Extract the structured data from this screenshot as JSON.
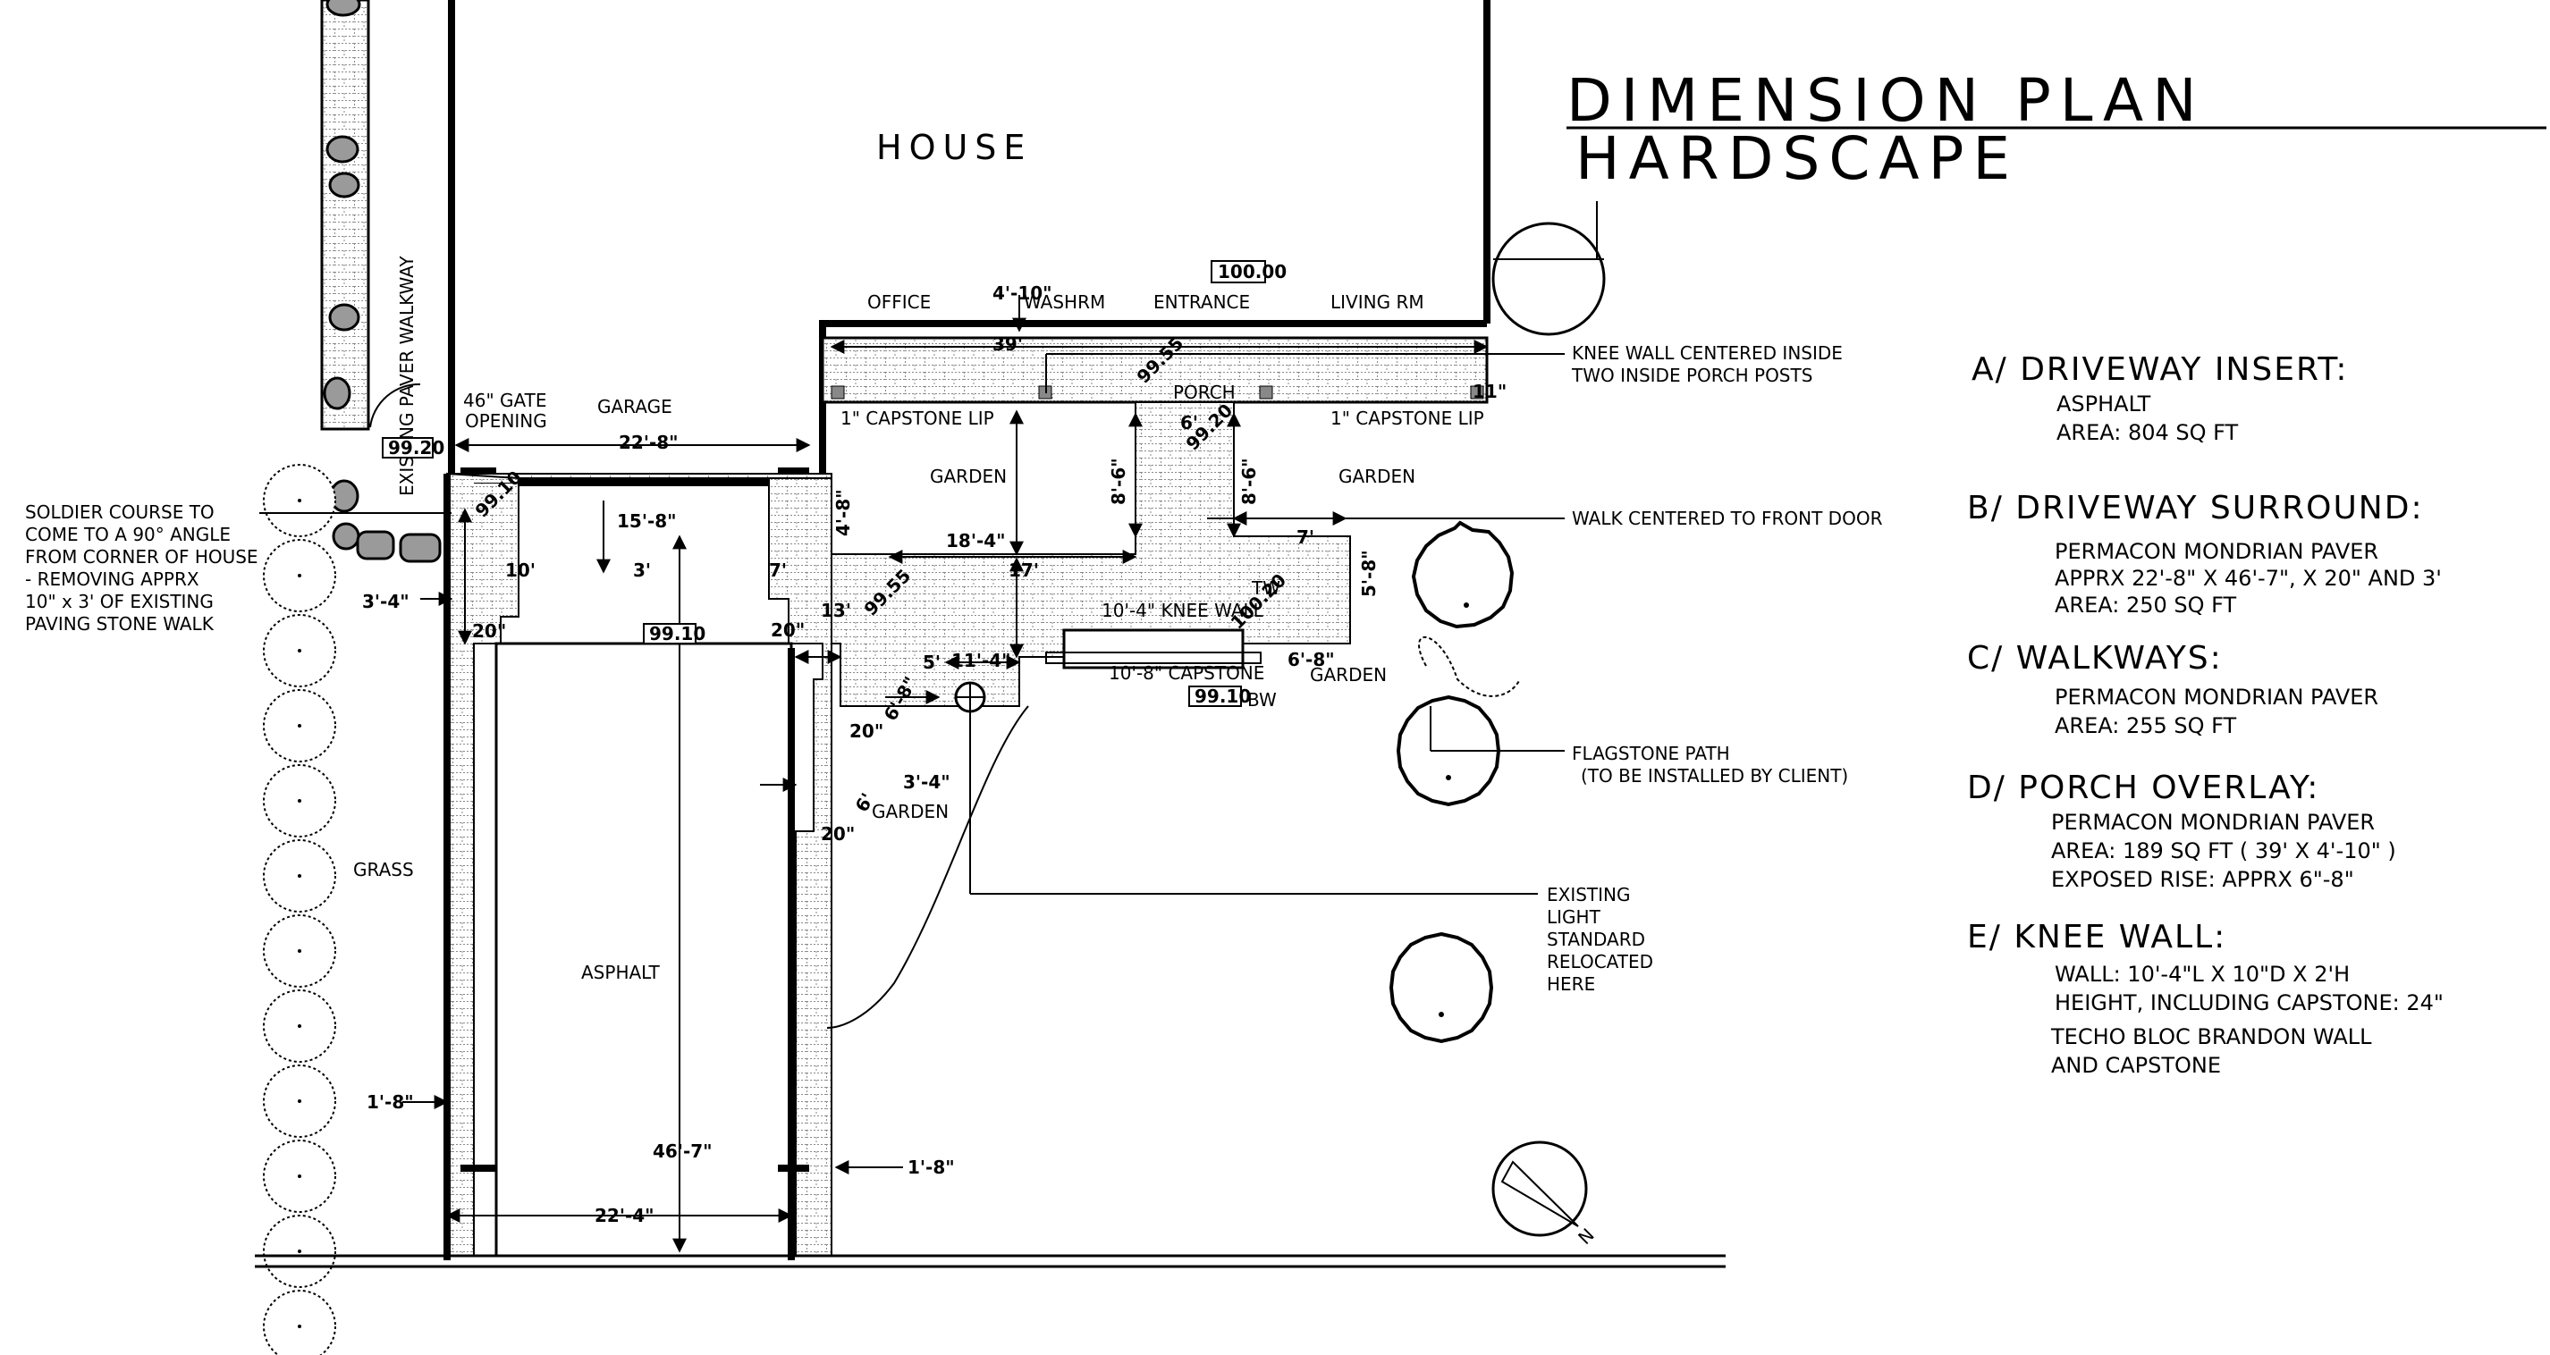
{
  "title": {
    "main": "DIMENSION PLAN",
    "sub": "HARDSCAPE"
  },
  "rooms": {
    "house": "HOUSE",
    "office": "OFFICE",
    "washrm": "WASHRM",
    "entrance": "ENTRANCE",
    "living": "LIVING RM",
    "porch": "PORCH",
    "garage": "GARAGE"
  },
  "areas": {
    "garden1": "GARDEN",
    "garden2": "GARDEN",
    "garden3": "GARDEN",
    "garden4": "GARDEN",
    "asphalt": "ASPHALT",
    "grass": "GRASS"
  },
  "labels": {
    "walkway": "EXISTING PAVER WALKWAY",
    "gate_line1": "46\" GATE",
    "gate_line2": "OPENING",
    "capstone_lip_left": "1\" CAPSTONE LIP",
    "capstone_lip_right": "1\" CAPSTONE LIP",
    "knee_wall": "10'-4\" KNEE WALL",
    "capstone": "10'-8\" CAPSTONE",
    "tw": "TW",
    "bw": "BW",
    "elev_top": "100.00",
    "elev_porch_a": "99.55",
    "elev_porch_b": "99.20",
    "elev_garage": "99.10",
    "elev_corner": "99.20",
    "elev_driveway": "99.10",
    "elev_tw": "100.20",
    "elev_bw": "99.10"
  },
  "dimensions": {
    "d_4_10": "4'-10\"",
    "d_39": "39'",
    "d_22_8": "22'-8\"",
    "d_15_8": "15'-8\"",
    "d_3": "3'",
    "d_10": "10'",
    "d_20_a": "20\"",
    "d_3_4_a": "3'-4\"",
    "d_4_8": "4'-8\"",
    "d_7_a": "7'",
    "d_18_4": "18'-4\"",
    "d_17": "17'",
    "d_20_b": "20\"",
    "d_13": "13'",
    "d_8_6_a": "8'-6\"",
    "d_6": "6'",
    "d_8_6_b": "8'-6\"",
    "d_7_b": "7'",
    "d_5_8": "5'-8\"",
    "d_5": "5'",
    "d_11_4": "11'-4\"",
    "d_6_8_a": "6'-8\"",
    "d_6_8_b": "6'-8\"",
    "d_20_c": "20\"",
    "d_3_4_b": "3'-4\"",
    "d_6_b": "6'",
    "d_20_d": "20\"",
    "d_1_8_a": "1'-8\"",
    "d_46_7": "46'-7\"",
    "d_22_4": "22'-4\"",
    "d_1_8_b": "1'-8\"",
    "d_11": "11\""
  },
  "callouts": {
    "soldier": [
      "SOLDIER COURSE TO",
      "COME TO A 90° ANGLE",
      "FROM CORNER OF HOUSE",
      "- REMOVING APPRX",
      "10\" x 3' OF EXISTING",
      "PAVING STONE WALK"
    ],
    "knee": [
      "KNEE WALL CENTERED INSIDE",
      "TWO INSIDE PORCH POSTS"
    ],
    "walk": [
      "WALK CENTERED TO FRONT DOOR"
    ],
    "flagstone": [
      "FLAGSTONE PATH",
      "(TO BE INSTALLED BY CLIENT)"
    ],
    "light": [
      "EXISTING",
      "LIGHT",
      "STANDARD",
      "RELOCATED",
      "HERE"
    ]
  },
  "legend": [
    {
      "heading": "A/ DRIVEWAY INSERT:",
      "lines": [
        "ASPHALT",
        "AREA:  804 SQ FT"
      ]
    },
    {
      "heading": "B/ DRIVEWAY SURROUND:",
      "lines": [
        "PERMACON MONDRIAN PAVER",
        "APPRX 22'-8\" X 46'-7\", X 20\" AND 3'",
        "AREA:  250 SQ FT"
      ]
    },
    {
      "heading": "C/ WALKWAYS:",
      "lines": [
        "PERMACON MONDRIAN PAVER",
        "AREA:  255 SQ FT"
      ]
    },
    {
      "heading": "D/ PORCH OVERLAY:",
      "lines": [
        "PERMACON MONDRIAN PAVER",
        "AREA:  189 SQ FT ( 39' X 4'-10\" )",
        "EXPOSED RISE:  APPRX 6\"-8\""
      ]
    },
    {
      "heading": "E/ KNEE WALL:",
      "lines": [
        "WALL:  10'-4\"L X 10\"D X 2'H",
        "HEIGHT, INCLUDING CAPSTONE: 24\"",
        "TECHO BLOC BRANDON WALL",
        "   AND CAPSTONE"
      ]
    }
  ],
  "north": "N",
  "icons": {
    "north_arrow": "north-arrow-icon",
    "tree": "tree-symbol-icon",
    "light": "light-standard-icon"
  }
}
